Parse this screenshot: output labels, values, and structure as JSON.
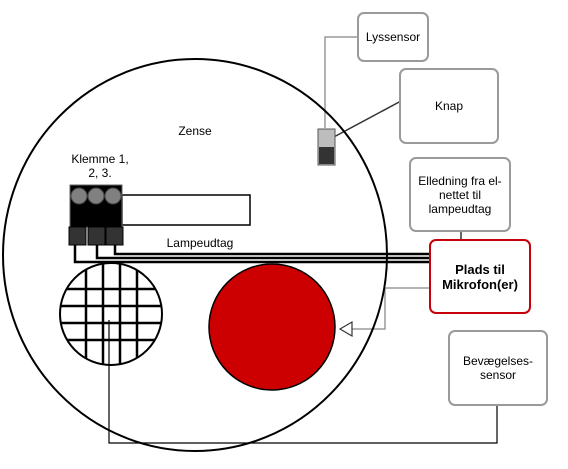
{
  "labels": {
    "zense": "Zense",
    "klemme": "Klemme 1,\n2, 3.",
    "lampeudtag": "Lampeudtag"
  },
  "boxes": {
    "lyssensor": "Lyssensor",
    "knap": "Knap",
    "elledning": "Elledning fra el-\nnettet til\nlampeudtag",
    "mikrofon": "Plads til\nMikrofon(er)",
    "bevaegelse": "Bevægelses-\nsensor"
  },
  "colors": {
    "outline": "#000000",
    "box_border": "#9a9a9a",
    "highlight": "#c8000a",
    "microphone_fill": "#cc0000",
    "switch_light": "#bdbdbd",
    "switch_dark": "#333333",
    "terminal_light": "#808080"
  }
}
